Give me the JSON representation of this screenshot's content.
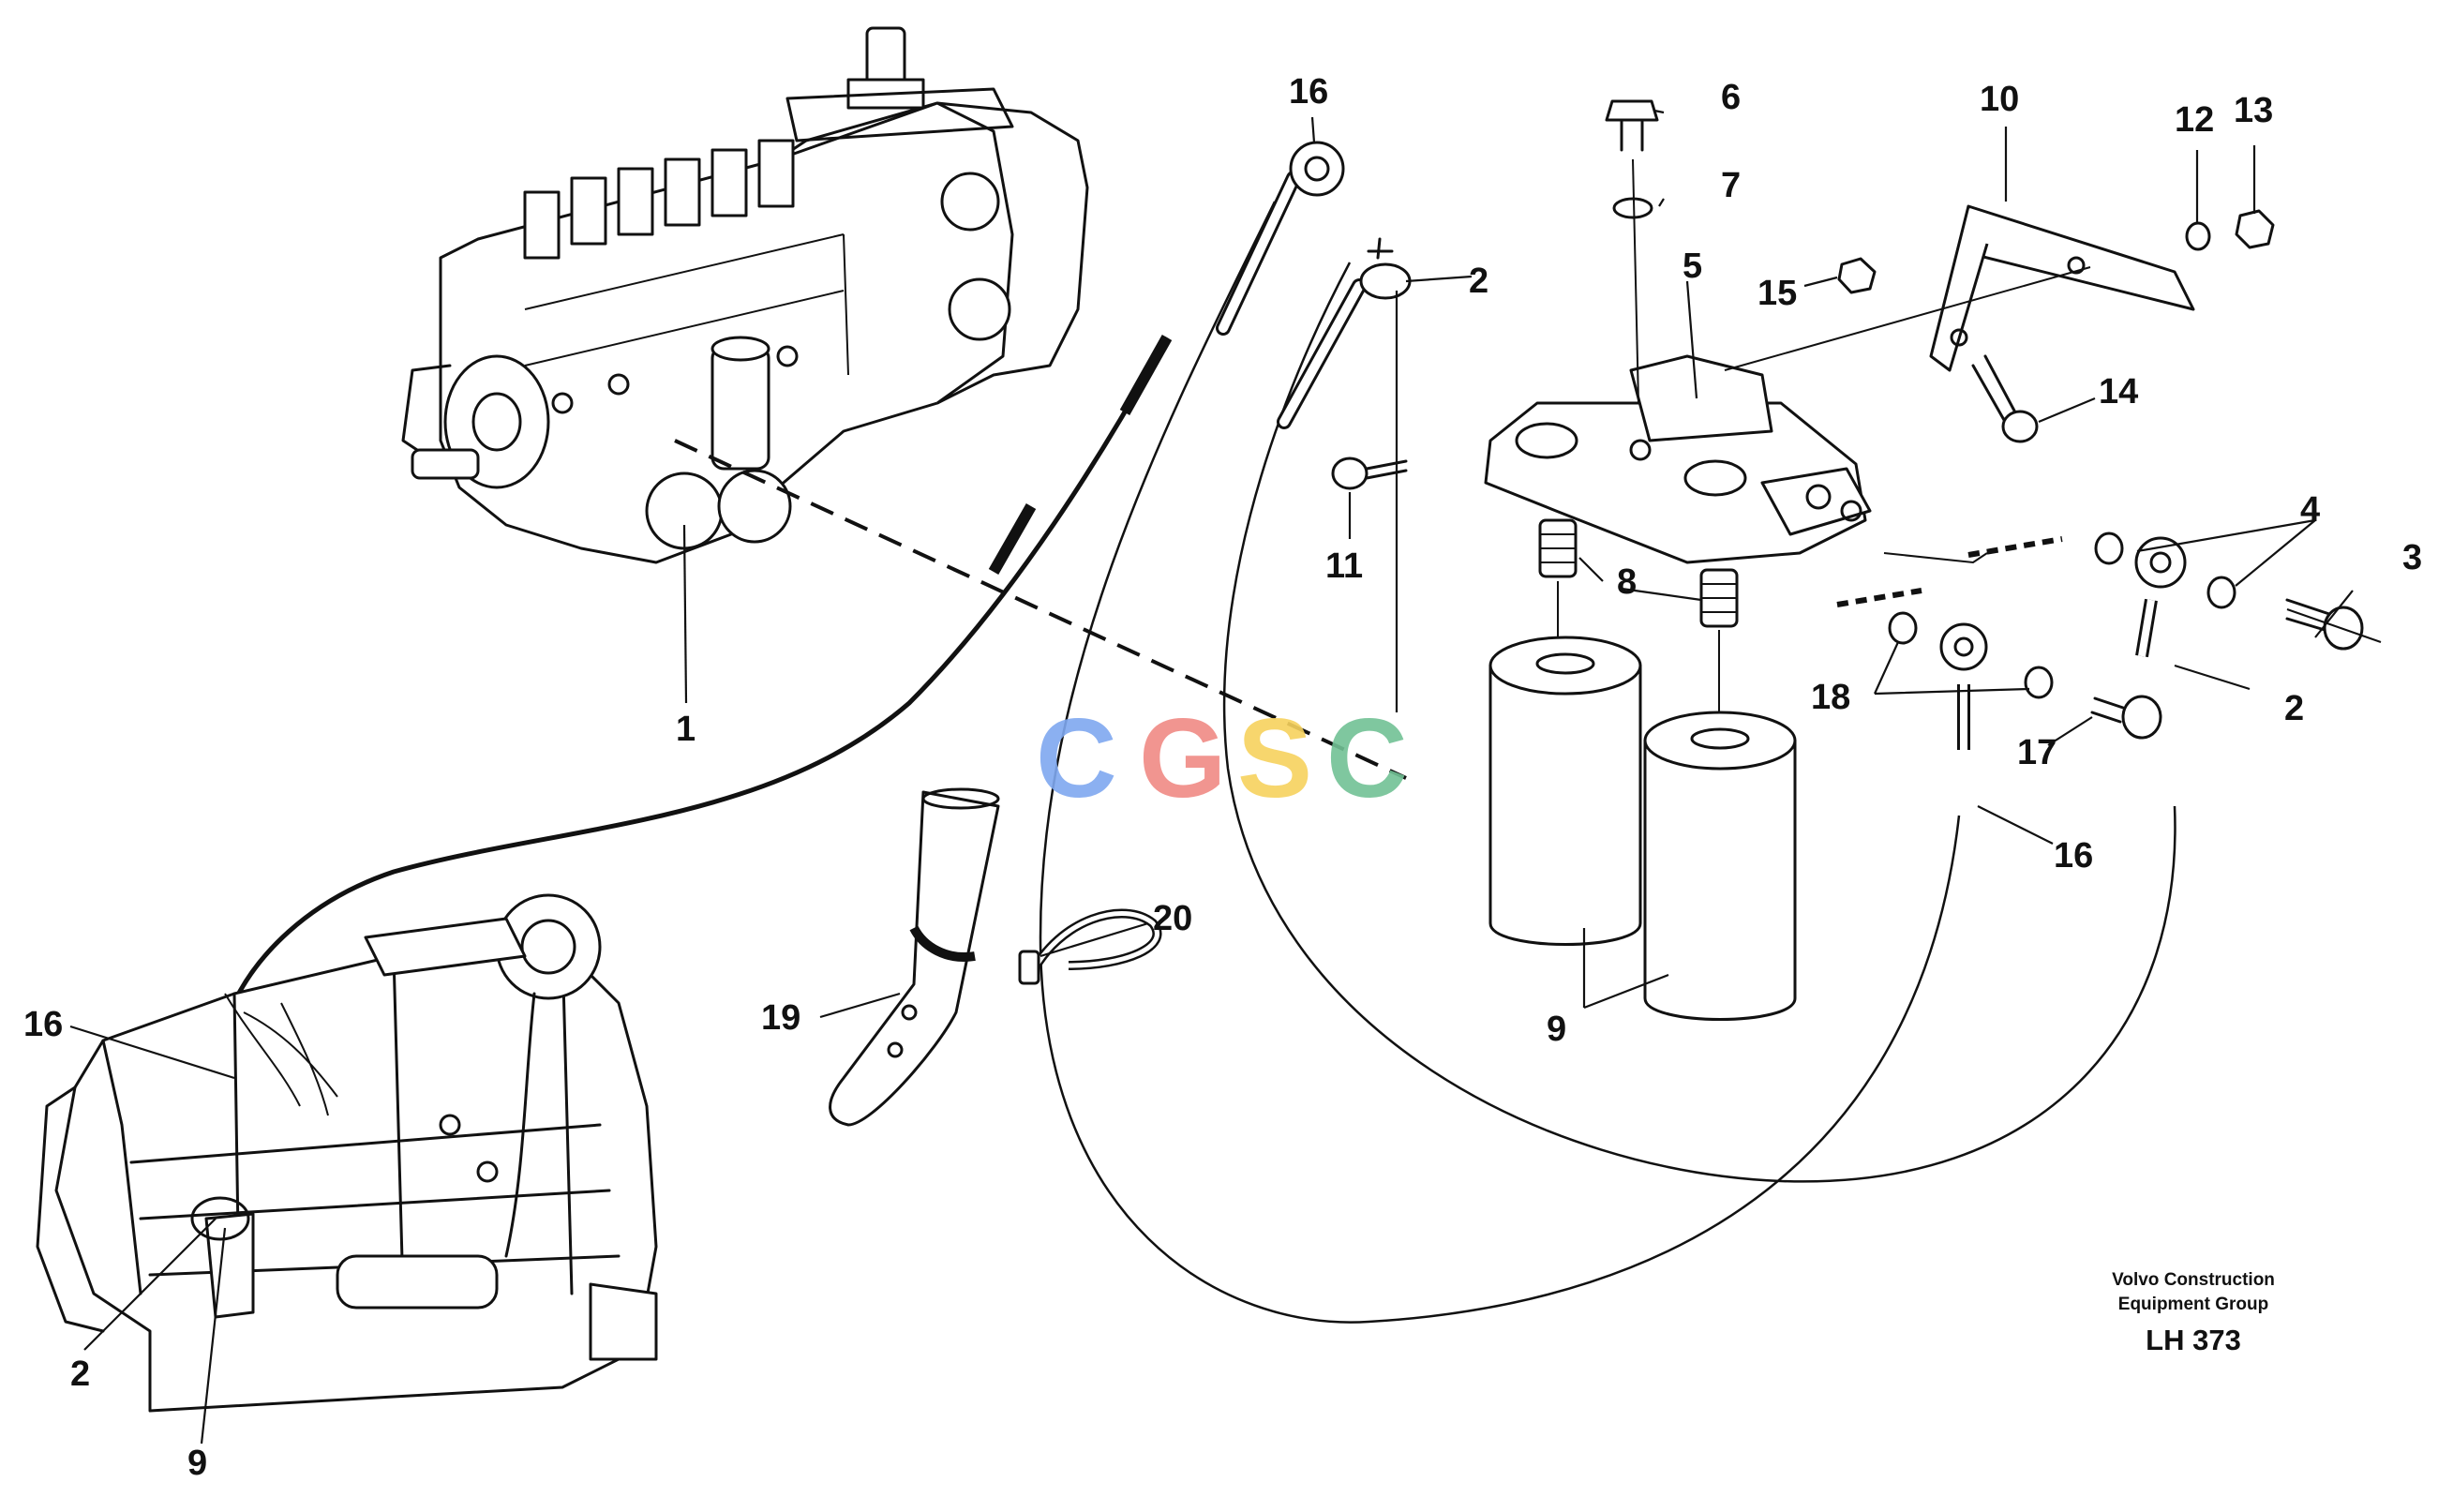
{
  "callouts": {
    "c1": "1",
    "c2a": "2",
    "c2b": "2",
    "c2c": "2",
    "c3": "3",
    "c4": "4",
    "c5": "5",
    "c6": "6",
    "c7": "7",
    "c8": "8",
    "c9a": "9",
    "c9b": "9",
    "c10": "10",
    "c11": "11",
    "c12": "12",
    "c13": "13",
    "c14": "14",
    "c15": "15",
    "c16a": "16",
    "c16b": "16",
    "c16c": "16",
    "c17": "17",
    "c18": "18",
    "c19": "19",
    "c20": "20"
  },
  "caption": {
    "line1": "Volvo Construction",
    "line2": "Equipment Group",
    "code": "LH 373"
  },
  "watermark": {
    "letters": [
      "C",
      "G",
      "S",
      "C"
    ],
    "colors": [
      "#7fa8f0",
      "#f08a84",
      "#f7d25e",
      "#72c295"
    ]
  }
}
